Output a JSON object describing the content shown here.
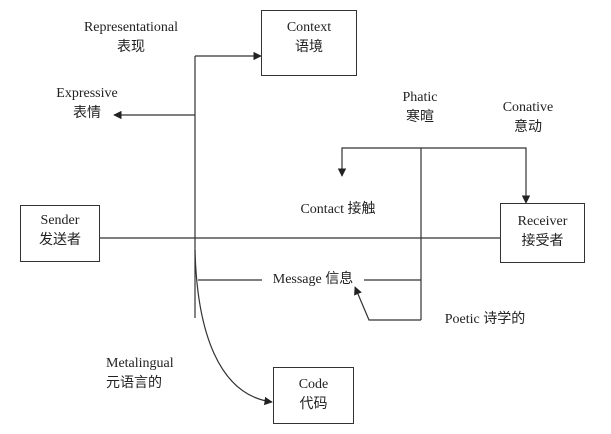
{
  "nodes": {
    "context": {
      "en": "Context",
      "zh": "语境"
    },
    "sender": {
      "en": "Sender",
      "zh": "发送者"
    },
    "receiver": {
      "en": "Receiver",
      "zh": "接受者"
    },
    "code": {
      "en": "Code",
      "zh": "代码"
    }
  },
  "functions": {
    "representational": {
      "en": "Representational",
      "zh": "表现"
    },
    "expressive": {
      "en": "Expressive",
      "zh": "表情"
    },
    "phatic": {
      "en": "Phatic",
      "zh": "寒暄"
    },
    "conative": {
      "en": "Conative",
      "zh": "意动"
    },
    "metalingual": {
      "en": "Metalingual",
      "zh": "元语言的"
    },
    "contact": "Contact 接触",
    "message": "Message 信息",
    "poetic": "Poetic 诗学的"
  }
}
